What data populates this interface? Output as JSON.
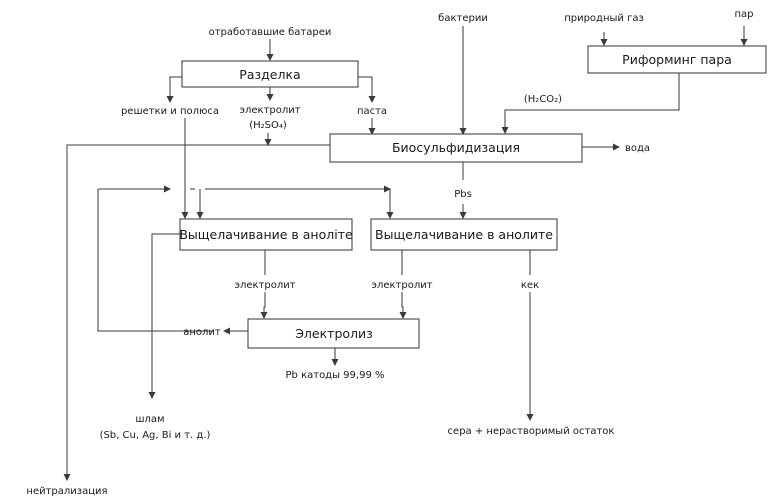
{
  "boxes": {
    "razdelka": "Разделка",
    "reforming": "Риформинг пара",
    "biosulf": "Биосульфидизация",
    "leach1": "Выщелачивание в аноліте",
    "leach2": "Выщелачивание в анолите",
    "electrolysis": "Электролиз"
  },
  "labels": {
    "batteries": "отработавшие батареи",
    "bacteria": "бактерии",
    "natural_gas": "природный газ",
    "steam": "пар",
    "h2co2": "(H₂CO₂)",
    "grids": "решетки и полюса",
    "electrolyte_top": "электролит",
    "h2so4": "(H₂SO₄)",
    "paste": "паста",
    "water": "вода",
    "pbs": "Pbs",
    "electrolyte1": "электролит",
    "electrolyte2": "электролит",
    "cake": "кек",
    "anolyte": "анолит",
    "cathodes": "Pb катоды 99,99 %",
    "sludge": "шлам",
    "sludge_comp": "(Sb, Cu, Ag, Bi и т. д.)",
    "residue": "сера + нерастворимый остаток",
    "neutralization": "нейтрализация"
  }
}
